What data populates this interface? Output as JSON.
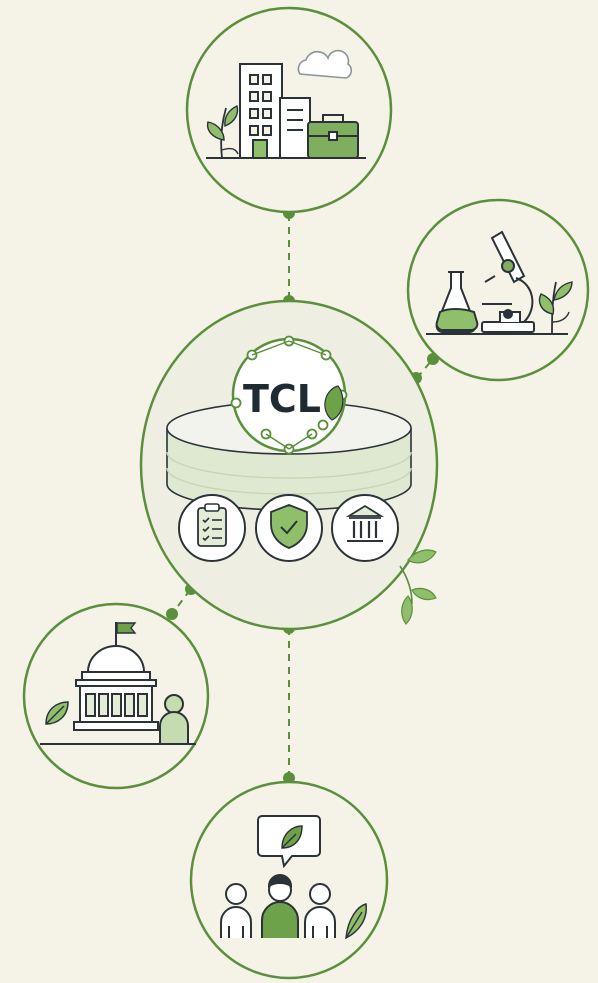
{
  "hub": {
    "logo_text": "TCL",
    "platform_icons": [
      "checklist-clipboard-icon",
      "shield-check-icon",
      "institution-icon"
    ]
  },
  "stakeholders": [
    {
      "id": "business",
      "icons": [
        "office-building-icon",
        "briefcase-icon",
        "cloud-icon",
        "plant-icon"
      ]
    },
    {
      "id": "research",
      "icons": [
        "microscope-icon",
        "flask-icon",
        "plant-icon"
      ]
    },
    {
      "id": "government",
      "icons": [
        "capitol-building-icon",
        "flag-icon",
        "person-icon",
        "leaf-icon"
      ]
    },
    {
      "id": "community",
      "icons": [
        "people-group-icon",
        "speech-bubble-leaf-icon",
        "leaf-icon"
      ]
    }
  ],
  "colors": {
    "background": "#f5f2e7",
    "accent_green": "#5a8f3c",
    "light_green": "#8fbf6a",
    "pale_green": "#e3ecd6",
    "ink": "#1f2b33"
  }
}
